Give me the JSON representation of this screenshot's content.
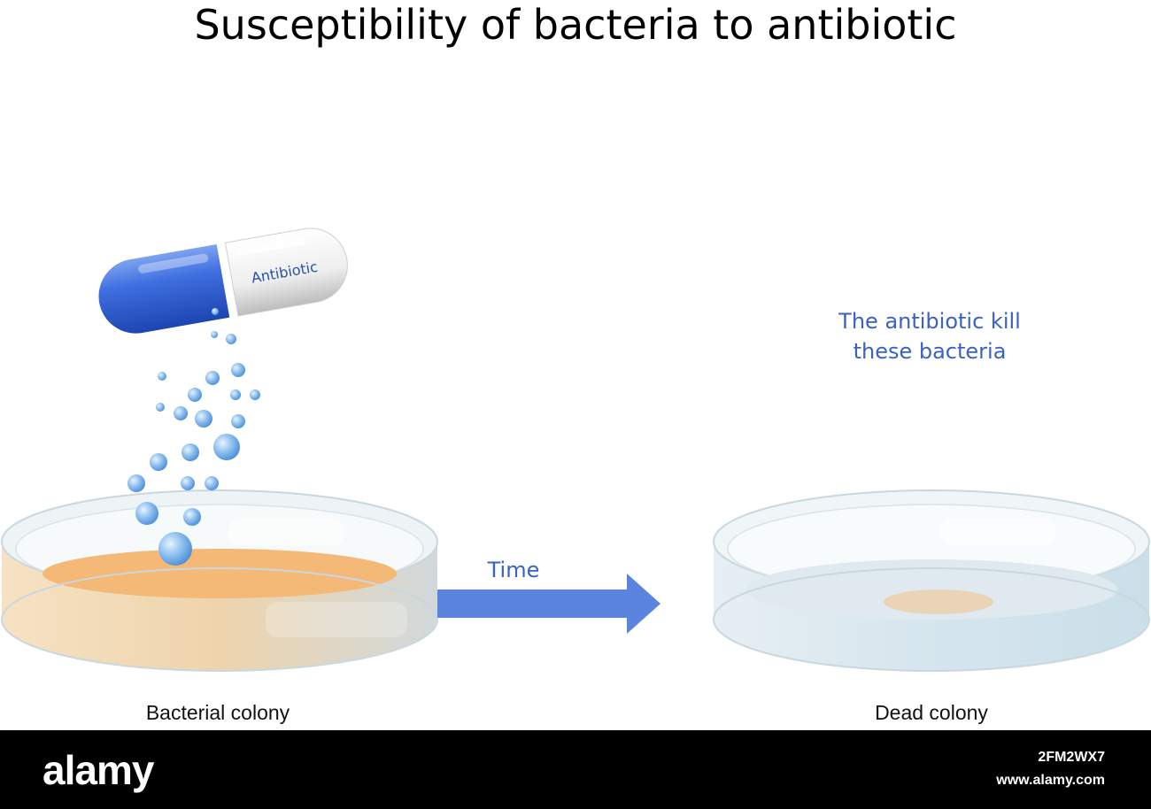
{
  "title": "Susceptibility of bacteria to antibiotic",
  "capsule": {
    "label": "Antibiotic"
  },
  "arrow": {
    "label": "Time"
  },
  "note": {
    "line1": "The antibiotic kill",
    "line2": "these bacteria"
  },
  "dishes": {
    "left": {
      "caption": "Bacterial colony"
    },
    "right": {
      "caption": "Dead colony"
    }
  },
  "footer": {
    "brand": "alamy",
    "image_id": "2FM2WX7",
    "site": "www.alamy.com"
  },
  "colors": {
    "accent": "#3a62c4",
    "capsule_blue": "#2f5fd0",
    "colony": "#f2b877",
    "arrow": "#5b84de"
  }
}
